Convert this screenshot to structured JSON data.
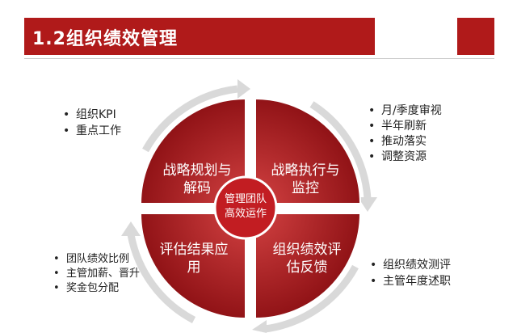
{
  "title": "1.2组织绩效管理",
  "center": {
    "line1": "管理团队",
    "line2": "高效运作"
  },
  "quadrants": {
    "top_left": {
      "line1": "战略规划与",
      "line2": "解码"
    },
    "top_right": {
      "line1": "战略执行与",
      "line2": "监控"
    },
    "bottom_left": {
      "line1": "评估结果应",
      "line2": "用"
    },
    "bottom_right": {
      "line1": "组织绩效评",
      "line2": "估反馈"
    }
  },
  "notes": {
    "top_left": [
      "组织KPI",
      "重点工作"
    ],
    "top_right": [
      "月/季度审视",
      "半年刷新",
      "推动落实",
      "调整资源"
    ],
    "bottom_left": [
      "团队绩效比例",
      "主管加薪、晋升",
      "奖金包分配"
    ],
    "bottom_right": [
      "组织绩效测评",
      "主管年度述职"
    ]
  },
  "colors": {
    "accent": "#b01a1a",
    "quad_dark": "#8e0f13",
    "quad_light": "#d03a3a",
    "arrow": "#d9d9d9"
  }
}
